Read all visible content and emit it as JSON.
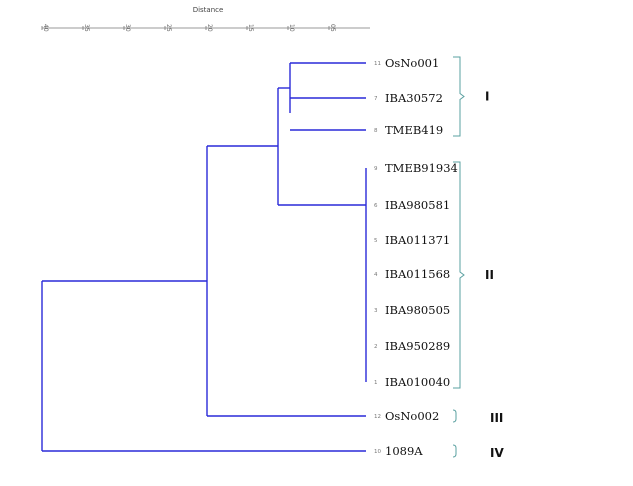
{
  "axis": {
    "title": "Distance",
    "ticks": [
      "40",
      "35",
      "30",
      "25",
      "20",
      "15",
      "10",
      "05"
    ]
  },
  "leaves": [
    {
      "num": "11",
      "label": "OsNo001"
    },
    {
      "num": "7",
      "label": "IBA30572"
    },
    {
      "num": "8",
      "label": "TMEB419"
    },
    {
      "num": "9",
      "label": "TMEB91934"
    },
    {
      "num": "6",
      "label": "IBA980581"
    },
    {
      "num": "5",
      "label": "IBA011371"
    },
    {
      "num": "4",
      "label": "IBA011568"
    },
    {
      "num": "3",
      "label": "IBA980505"
    },
    {
      "num": "2",
      "label": "IBA950289"
    },
    {
      "num": "1",
      "label": "IBA010040"
    },
    {
      "num": "12",
      "label": "OsNo002"
    },
    {
      "num": "10",
      "label": "1089A"
    }
  ],
  "groups": [
    {
      "label": "I",
      "from": 0,
      "to": 2
    },
    {
      "label": "II",
      "from": 3,
      "to": 9
    },
    {
      "label": "III",
      "from": 10,
      "to": 10
    },
    {
      "label": "IV",
      "from": 11,
      "to": 11
    }
  ],
  "colors": {
    "branch": "#2a2ad8",
    "bracket": "#5aa0a0"
  }
}
